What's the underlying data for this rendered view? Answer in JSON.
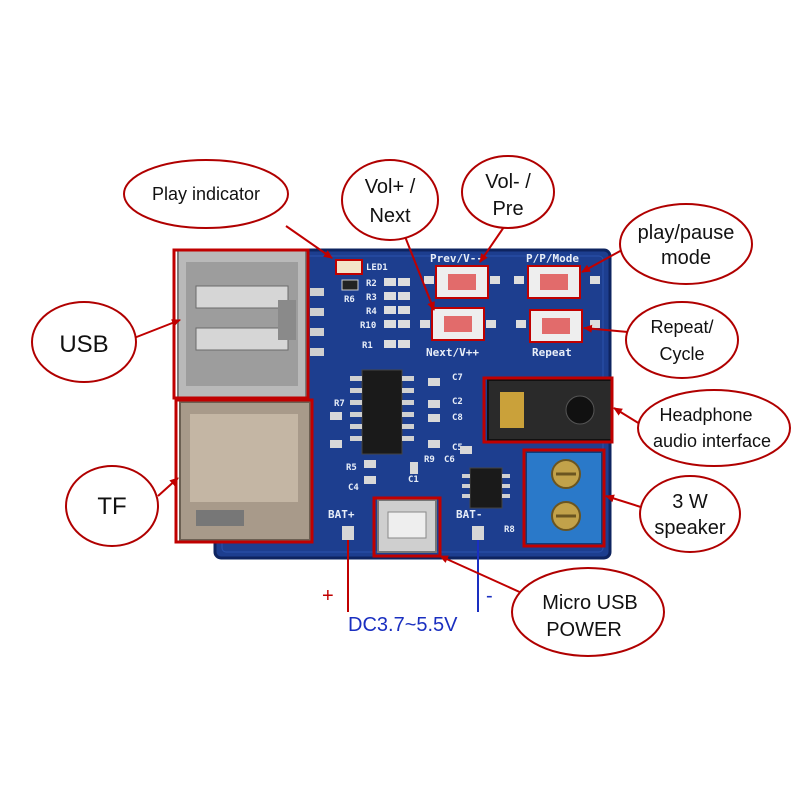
{
  "callouts": {
    "play_indicator": "Play indicator",
    "vol_plus_1": "Vol+ /",
    "vol_plus_2": "Next",
    "vol_minus_1": "Vol- /",
    "vol_minus_2": "Pre",
    "play_pause_1": "play/pause",
    "play_pause_2": "mode",
    "usb": "USB",
    "repeat_1": "Repeat/",
    "repeat_2": "Cycle",
    "headphone_1": "Headphone",
    "headphone_2": "audio interface",
    "tf": "TF",
    "speaker_1": "3 W",
    "speaker_2": "speaker",
    "micro_usb_1": "Micro USB",
    "micro_usb_2": "POWER"
  },
  "power": {
    "plus": "+",
    "minus": "-",
    "range": "DC3.7~5.5V"
  },
  "silkscreen": {
    "led1": "LED1",
    "r2": "R2",
    "r6": "R6",
    "r3": "R3",
    "r4": "R4",
    "r10": "R10",
    "r1": "R1",
    "prev": "Prev/V--",
    "ppmode": "P/P/Mode",
    "next": "Next/V++",
    "repeat": "Repeat",
    "c7": "C7",
    "c2": "C2",
    "c8": "C8",
    "c5": "C5",
    "c6": "C6",
    "c4": "C4",
    "c1": "C1",
    "r7": "R7",
    "r5": "R5",
    "r9": "R9",
    "r8": "R8",
    "bat_plus": "BAT+",
    "bat_minus": "BAT-"
  },
  "colors": {
    "pcb": "#1d3e8f",
    "highlight_box": "#c00000",
    "callout_border": "#b00000",
    "plus_line": "#c00000",
    "minus_line": "#1a2fc0"
  }
}
